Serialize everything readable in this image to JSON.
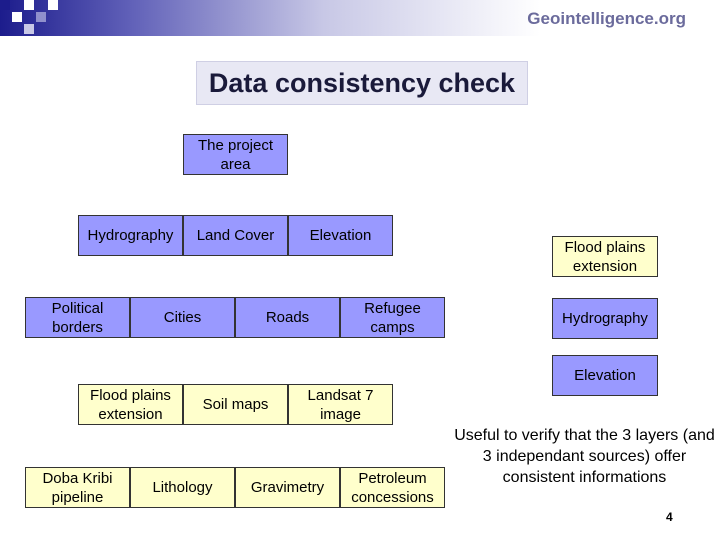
{
  "header": {
    "site": "Geointelligence.org"
  },
  "title": "Data consistency check",
  "colors": {
    "layer_blue": "#9999ff",
    "layer_yellow": "#ffffcc",
    "banner_dark": "#1c1c8c"
  },
  "diagram": {
    "project_area": "The project area",
    "row1": [
      "Hydrography",
      "Land Cover",
      "Elevation"
    ],
    "row2": [
      "Political borders",
      "Cities",
      "Roads",
      "Refugee camps"
    ],
    "row3": [
      "Flood plains extension",
      "Soil maps",
      "Landsat 7 image"
    ],
    "row4": [
      "Doba Kribi pipeline",
      "Lithology",
      "Gravimetry",
      "Petroleum concessions"
    ],
    "selected": [
      "Flood plains extension",
      "Hydrography",
      "Elevation"
    ]
  },
  "note": "Useful to verify that the 3 layers (and 3 independant sources) offer consistent informations",
  "page_number": "4"
}
